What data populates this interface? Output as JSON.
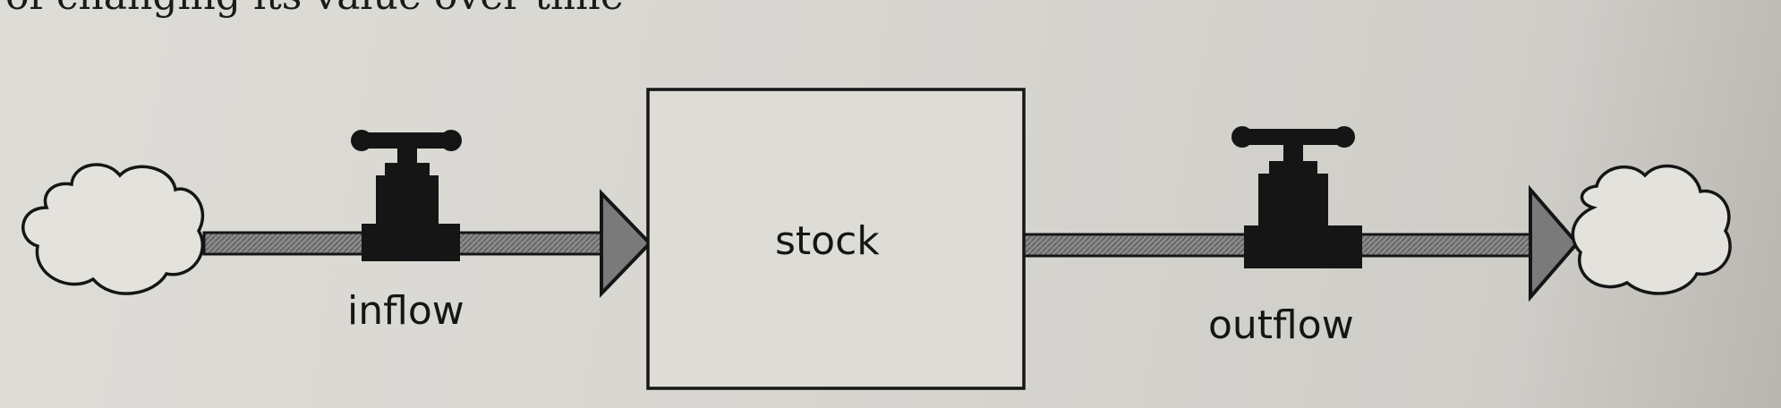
{
  "header_text": "of changing its value over time",
  "stock": {
    "label": "stock"
  },
  "inflow": {
    "label": "inflow"
  },
  "outflow": {
    "label": "outflow"
  },
  "icons": [
    "cloud-icon",
    "valve-icon",
    "arrow-head-icon",
    "cloud-icon"
  ],
  "colors": {
    "ink": "#151515",
    "pipe": "#7a7a7a",
    "paper": "#dcdad5"
  }
}
